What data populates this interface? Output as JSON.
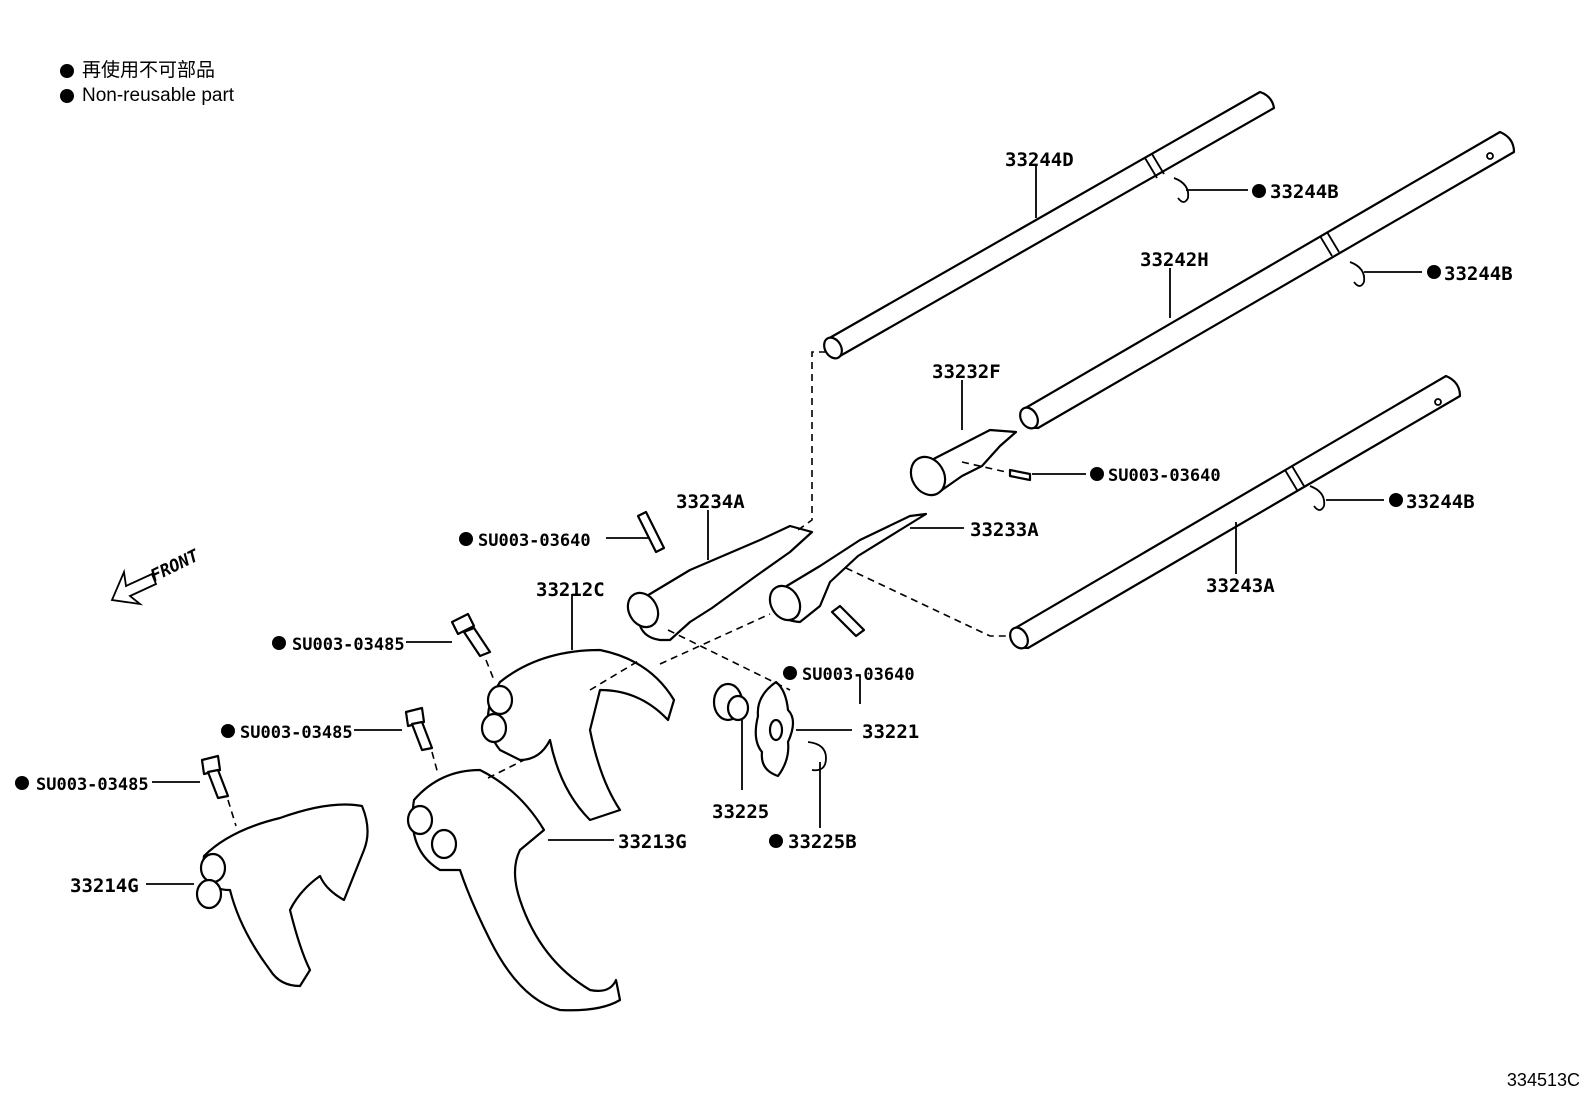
{
  "legend": {
    "line_jp": "再使用不可部品",
    "line_en": "Non-reusable part"
  },
  "front_label": "FRONT",
  "reference_number": "334513C",
  "parts": {
    "p33244D": "33244D",
    "p33244B_1": "33244B",
    "p33242H": "33242H",
    "p33244B_2": "33244B",
    "p33232F": "33232F",
    "pSU003_03640_1": "SU003-03640",
    "p33234A": "33234A",
    "p33233A": "33233A",
    "p33244B_3": "33244B",
    "p33243A": "33243A",
    "pSU003_03640_2": "SU003-03640",
    "p33212C": "33212C",
    "pSU003_03485_1": "SU003-03485",
    "pSU003_03640_3": "SU003-03640",
    "p33221": "33221",
    "pSU003_03485_2": "SU003-03485",
    "p33225": "33225",
    "pSU003_03485_3": "SU003-03485",
    "p33213G": "33213G",
    "p33225B": "33225B",
    "p33214G": "33214G"
  }
}
